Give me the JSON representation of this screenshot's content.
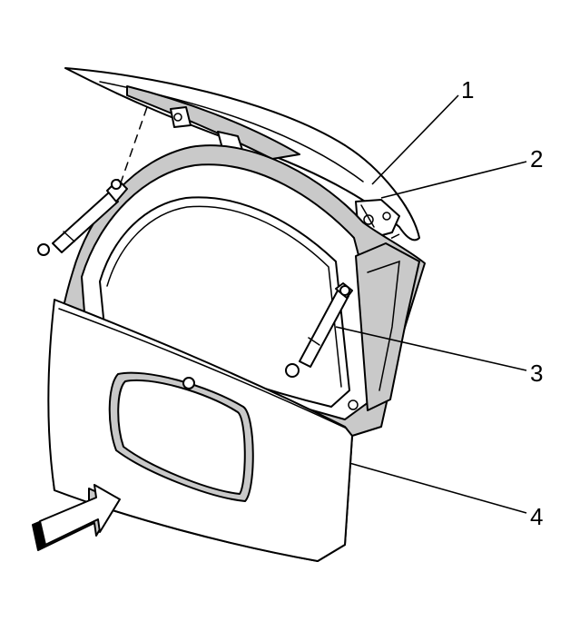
{
  "callouts": [
    {
      "id": "1",
      "label": "1"
    },
    {
      "id": "2",
      "label": "2"
    },
    {
      "id": "3",
      "label": "3"
    },
    {
      "id": "4",
      "label": "4"
    }
  ],
  "colors": {
    "line": "#000000",
    "panel": "#c9c9c9",
    "background": "#ffffff"
  }
}
